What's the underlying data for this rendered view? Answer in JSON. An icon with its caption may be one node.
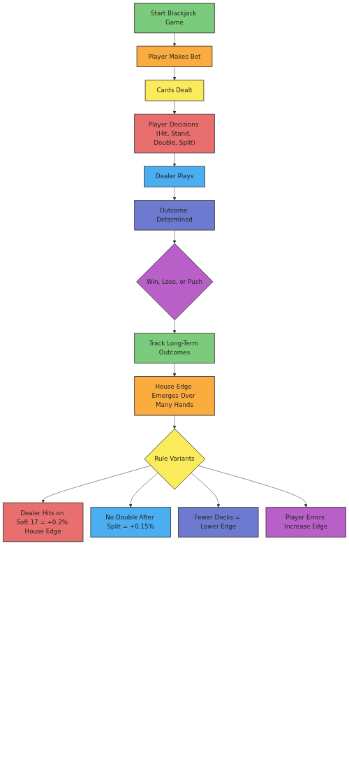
{
  "diagram": {
    "nodes": [
      {
        "text": [
          "Start Blackjack Game"
        ]
      },
      {
        "text": [
          "Player Makes Bet"
        ]
      },
      {
        "text": [
          "Cards Dealt"
        ]
      },
      {
        "text": [
          "Player Decisions (Hit, Stand, Double, Split)"
        ]
      },
      {
        "text": [
          "Dealer Plays"
        ]
      },
      {
        "text": [
          "Outcome Determined"
        ]
      },
      {
        "text": [
          "Win, Lose, or Push"
        ]
      },
      {
        "text": [
          "Track Long-Term Outcomes"
        ]
      },
      {
        "text": [
          "House Edge Emerges Over Many Hands"
        ]
      },
      {
        "text": [
          "Rule Variants"
        ]
      },
      {
        "text": [
          "Dealer Hits on Soft 17 = +0.2% House Edge"
        ]
      },
      {
        "text": [
          "No Double After Split = +0.15%"
        ]
      },
      {
        "text": [
          "Fewer Decks = Lower Edge"
        ]
      },
      {
        "text": [
          "Player Errors Increase Edge"
        ]
      }
    ],
    "edges": [
      {
        "from": 0,
        "to": 1,
        "arrow": "to"
      },
      {
        "from": 1,
        "to": 2,
        "arrow": "to"
      },
      {
        "from": 2,
        "to": 3,
        "arrow": "to"
      },
      {
        "from": 3,
        "to": 4,
        "arrow": "to"
      },
      {
        "from": 4,
        "to": 5,
        "arrow": "to"
      },
      {
        "from": 5,
        "to": 6,
        "arrow": "to"
      },
      {
        "from": 6,
        "to": 7,
        "arrow": "to"
      },
      {
        "from": 7,
        "to": 8,
        "arrow": "to"
      },
      {
        "from": 8,
        "to": 9,
        "arrow": "to"
      },
      {
        "from": 9,
        "to": 10,
        "arrow": "to"
      },
      {
        "from": 9,
        "to": 11,
        "arrow": "to"
      },
      {
        "from": 9,
        "to": 12,
        "arrow": "to"
      },
      {
        "from": 9,
        "to": 13,
        "arrow": "to"
      }
    ]
  }
}
